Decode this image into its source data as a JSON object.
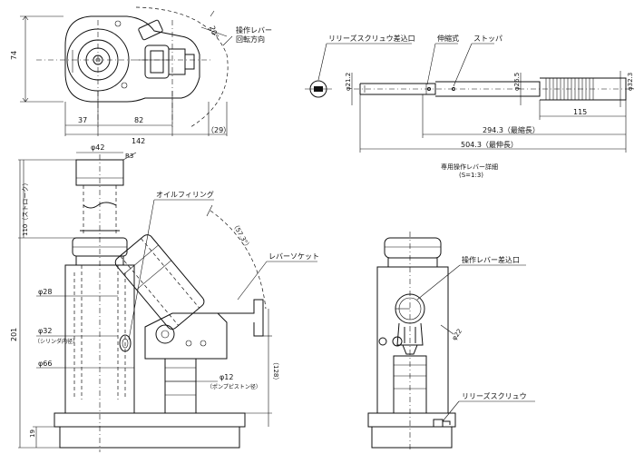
{
  "top_view": {
    "dim_height": "74",
    "dim_37": "37",
    "dim_82": "82",
    "dim_142": "142",
    "dim_29": "（29）",
    "dim_angle": "20°",
    "rotation_note_1": "操作レバー",
    "rotation_note_2": "回転方向"
  },
  "lever_detail": {
    "label_release_inlet": "リリーズスクリュウ差込口",
    "label_telescopic": "伸縮式",
    "label_stopper": "ストッパ",
    "dim_d21": "φ21.2",
    "dim_d26": "φ26.5",
    "dim_d32": "φ32.3",
    "dim_115": "115",
    "dim_min": "294.3（最縮長）",
    "dim_max": "504.3（最伸長）",
    "caption": "専用操作レバー詳細",
    "scale": "(S=1:3)"
  },
  "front_view": {
    "dim_d42": "φ42",
    "dim_r3": "R3",
    "dim_stroke": "110（ストローク）",
    "dim_201": "201",
    "dim_19": "19",
    "dim_d28": "φ28",
    "dim_d32": "φ32",
    "dim_d32_note": "（シリンダ内径）",
    "dim_d66": "φ66",
    "dim_d12": "φ12",
    "dim_d12_note": "（ポンプピストン径）",
    "dim_angle": "（57.3°）",
    "dim_128": "（128）",
    "label_oil": "オイルフィリング",
    "label_socket": "レバーソケット"
  },
  "side_view": {
    "label_inlet": "操作レバー差込口",
    "dim_d22": "φ22",
    "label_release": "リリーズスクリュウ"
  }
}
